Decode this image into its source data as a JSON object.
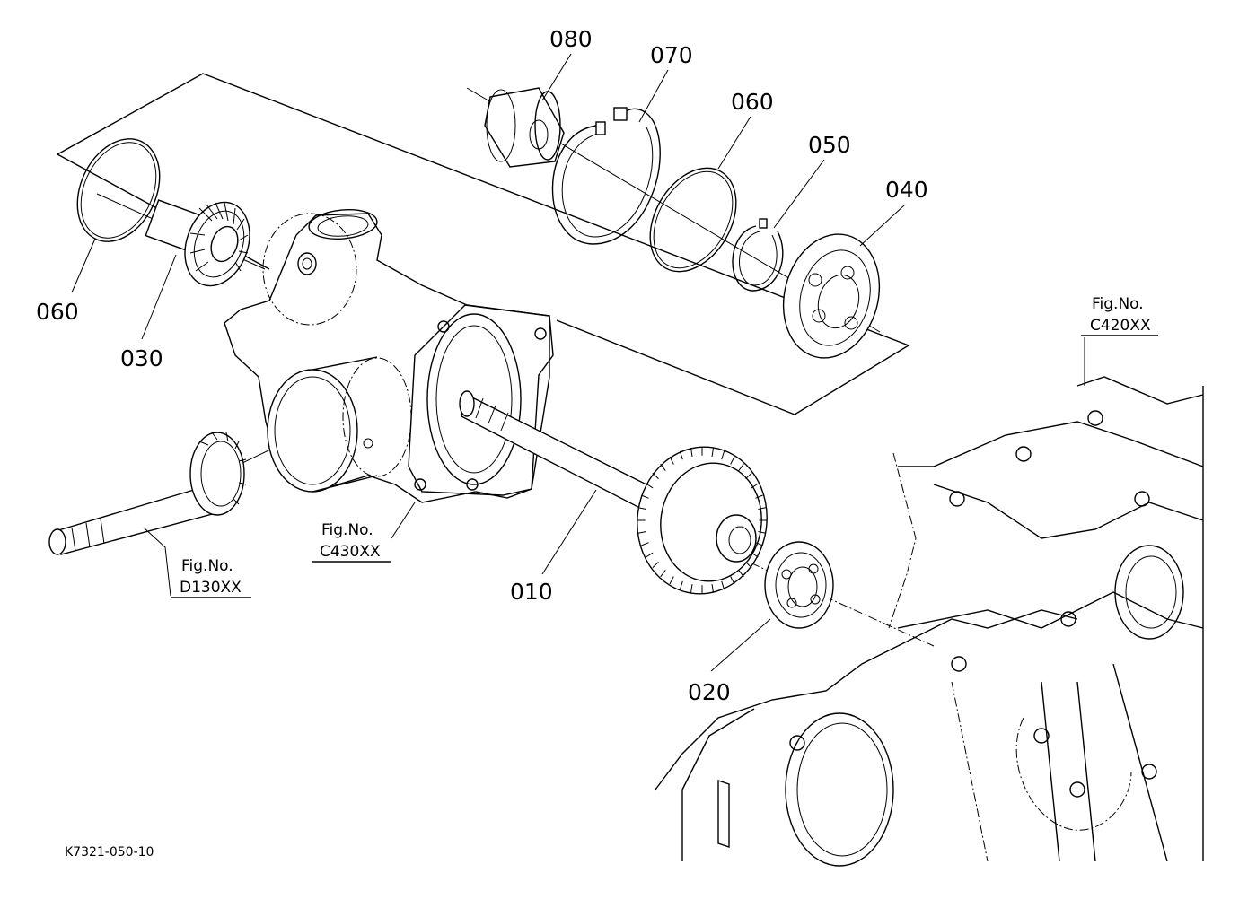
{
  "parts": [
    {
      "id": "p010",
      "label": "010"
    },
    {
      "id": "p020",
      "label": "020"
    },
    {
      "id": "p030",
      "label": "030"
    },
    {
      "id": "p040",
      "label": "040"
    },
    {
      "id": "p050",
      "label": "050"
    },
    {
      "id": "p060a",
      "label": "060"
    },
    {
      "id": "p060b",
      "label": "060"
    },
    {
      "id": "p070",
      "label": "070"
    },
    {
      "id": "p080",
      "label": "080"
    }
  ],
  "figure_refs": [
    {
      "id": "d130",
      "line1": "Fig.No.",
      "line2": "D130XX"
    },
    {
      "id": "c430",
      "line1": "Fig.No.",
      "line2": "C430XX"
    },
    {
      "id": "c420",
      "line1": "Fig.No.",
      "line2": "C420XX"
    }
  ],
  "drawing_code": "K7321-050-10"
}
